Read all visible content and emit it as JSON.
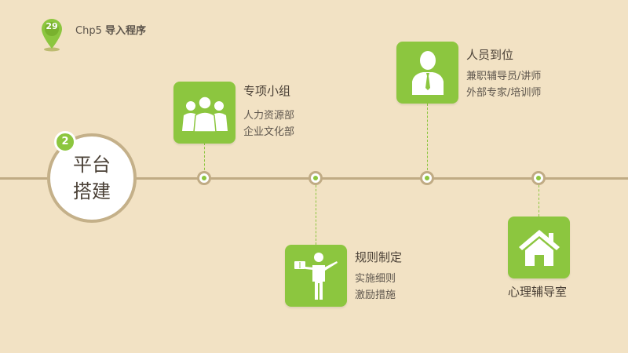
{
  "header": {
    "badge_number": "29",
    "chapter_prefix": "Chp5",
    "chapter_title": "导入程序"
  },
  "step": {
    "number": "2",
    "title_line1": "平台",
    "title_line2": "搭建"
  },
  "items": [
    {
      "title": "专项小组",
      "lines": [
        "人力资源部",
        "企业文化部"
      ],
      "icon": "team-icon"
    },
    {
      "title": "规则制定",
      "lines": [
        "实施细则",
        "激励措施"
      ],
      "icon": "presenter-icon"
    },
    {
      "title": "人员到位",
      "lines": [
        "兼职辅导员/讲师",
        "外部专家/培训师"
      ],
      "icon": "person-tie-icon"
    },
    {
      "title": "心理辅导室",
      "lines": [],
      "icon": "house-icon"
    }
  ],
  "colors": {
    "background": "#f2e2c4",
    "accent": "#8cc63f",
    "line": "#c0ab84"
  }
}
